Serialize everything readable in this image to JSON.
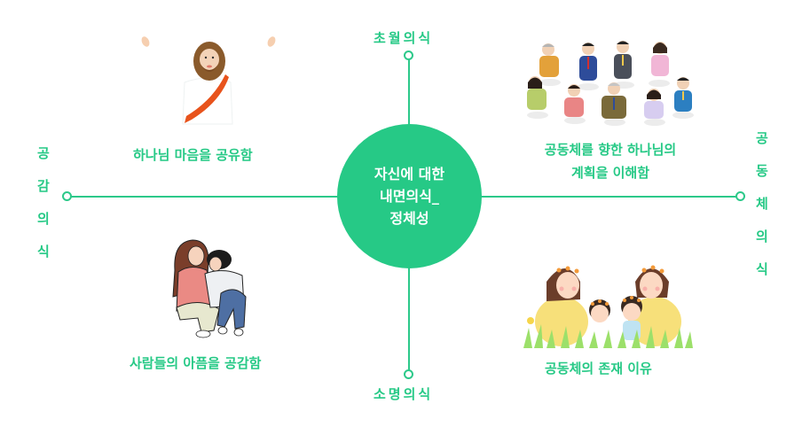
{
  "center": {
    "lines": [
      "자신에 대한",
      "내면의식_",
      "정체성"
    ]
  },
  "axes": {
    "top": "초월의식",
    "bottom": "소명의식",
    "left": [
      "공",
      "감",
      "의",
      "식"
    ],
    "right": [
      "공",
      "동",
      "체",
      "의",
      "식"
    ]
  },
  "quadrants": {
    "top_left": {
      "caption": "하나님 마음을 공유함",
      "illustration": "jesus-with-raised-hands"
    },
    "top_right": {
      "caption_lines": [
        "공동체를 향한 하나님의",
        "계획을 이해함"
      ],
      "illustration": "group-of-people-cheering"
    },
    "bottom_left": {
      "caption": "사람들의 아픔을 공감함",
      "illustration": "mother-comforting-child"
    },
    "bottom_right": {
      "caption": "공동체의 존재 이유",
      "illustration": "family-with-flower-crowns"
    }
  },
  "colors": {
    "accent": "#26c986",
    "line": "#2cc98a",
    "text_on_accent": "#ffffff"
  }
}
